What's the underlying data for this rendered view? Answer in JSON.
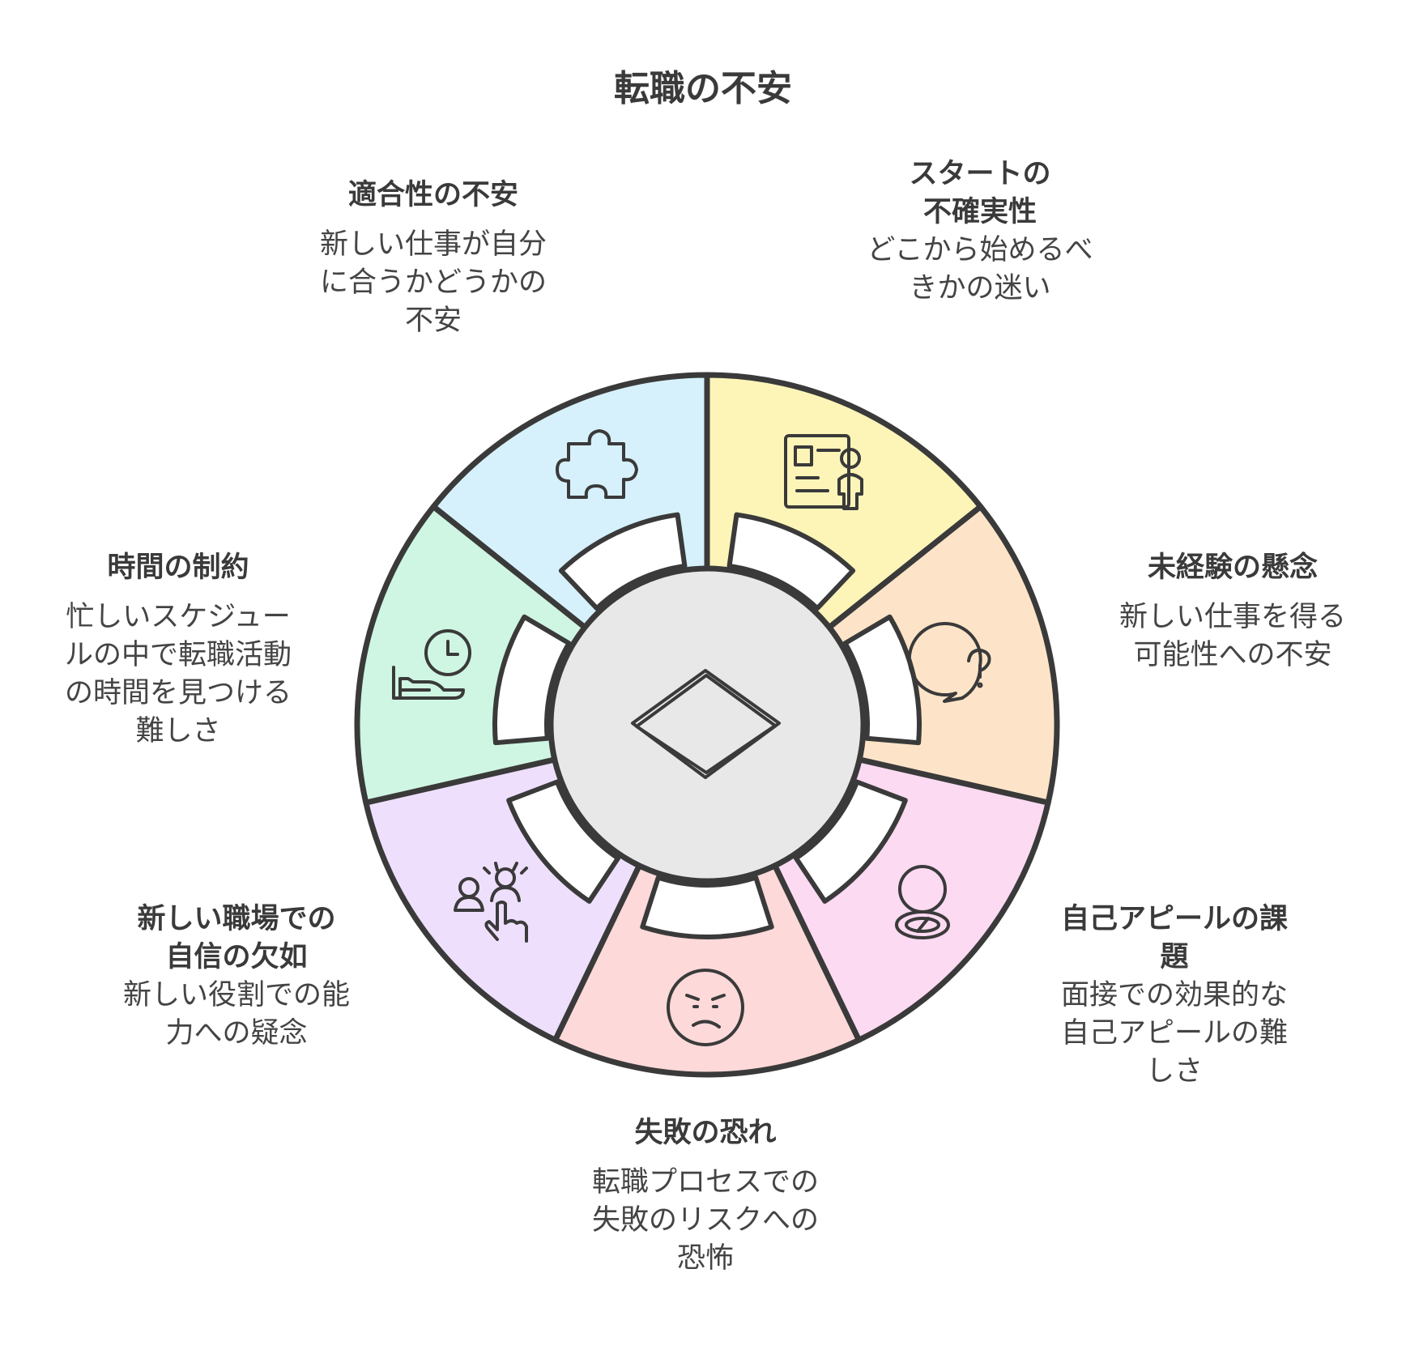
{
  "title": "転職の不安",
  "segments": [
    {
      "id": "compat",
      "heading": "適合性の不安",
      "description": "新しい仕事が自分\nに合うかどうかの\n不安",
      "color": "#d6f1fb",
      "icon": "puzzle-icon"
    },
    {
      "id": "start",
      "heading": "スタートの\n不確実性",
      "description": "どこから始めるべ\nきかの迷い",
      "color": "#fdf5b8",
      "icon": "resume-person-icon"
    },
    {
      "id": "experience",
      "heading": "未経験の懸念",
      "description": "新しい仕事を得る\n可能性への不安",
      "color": "#fde4c8",
      "icon": "question-bubble-icon"
    },
    {
      "id": "self-pr",
      "heading": "自己アピールの課\n題",
      "description": "面接での効果的な\n自己アピールの難\nしさ",
      "color": "#fbdaf2",
      "icon": "compact-mirror-icon"
    },
    {
      "id": "failure",
      "heading": "失敗の恐れ",
      "description": "転職プロセスでの\n失敗のリスクへの\n恐怖",
      "color": "#fdd9d9",
      "icon": "worried-face-icon"
    },
    {
      "id": "confidence",
      "heading": "新しい職場での\n自信の欠如",
      "description": "新しい役割での能\n力への疑念",
      "color": "#eedffc",
      "icon": "people-hand-icon"
    },
    {
      "id": "time",
      "heading": "時間の制約",
      "description": "忙しいスケジュー\nルの中で転職活動\nの時間を見つける\n難しさ",
      "color": "#cff6e2",
      "icon": "clock-hand-icon"
    }
  ],
  "hub": {
    "color": "#e8e8e8",
    "icon": "diamond-icon"
  }
}
